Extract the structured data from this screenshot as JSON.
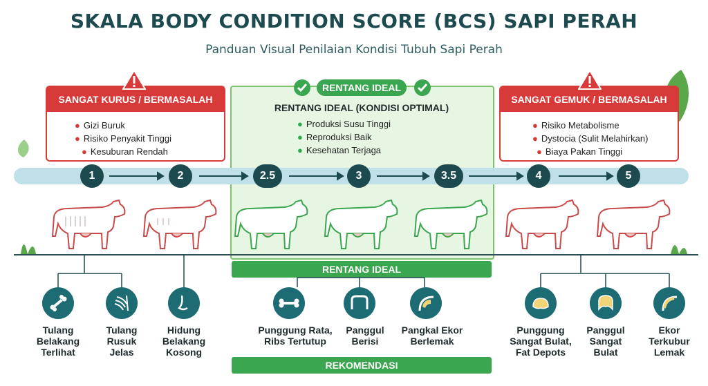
{
  "title": "SKALA BODY CONDITION SCORE (BCS) SAPI PERAH",
  "subtitle": "Panduan Visual Penilaian Kondisi Tubuh Sapi Perah",
  "colors": {
    "red": "#d83a3a",
    "green": "#3aa64f",
    "teal_dark": "#1d4a4f",
    "teal": "#1d6b73",
    "scale": "#bfe0e7"
  },
  "left_panel": {
    "header": "SANGAT KURUS / BERMASALAH",
    "items": [
      "Gizi Buruk",
      "Risiko Penyakit Tinggi",
      "Kesuburan Rendah"
    ]
  },
  "ideal_panel": {
    "badge": "RENTANG IDEAL",
    "heading": "RENTANG IDEAL (KONDISI OPTIMAL)",
    "items": [
      "Produksi Susu Tinggi",
      "Reproduksi Baik",
      "Kesehatan Terjaga"
    ]
  },
  "right_panel": {
    "header": "SANGAT GEMUK / BERMASALAH",
    "items": [
      "Risiko Metabolisme",
      "Dystocia (Sulit Melahirkan)",
      "Biaya Pakan Tinggi"
    ]
  },
  "scale": [
    "1",
    "2",
    "2.5",
    "3",
    "3.5",
    "4",
    "5"
  ],
  "ideal_bar": "RENTANG IDEAL",
  "recommend_bar": "REKOMENDASI",
  "indicators": [
    {
      "icon": "bone-icon",
      "label": "Tulang\nBelakang\nTerlihat"
    },
    {
      "icon": "ribs-icon",
      "label": "Tulang\nRusuk\nJelas"
    },
    {
      "icon": "nose-icon",
      "label": "Hidung\nBelakang\nKosong"
    },
    {
      "icon": "bone-icon",
      "label": "Punggung Rata,\nRibs Tertutup"
    },
    {
      "icon": "pelvis-icon",
      "label": "Panggul\nBerisi"
    },
    {
      "icon": "tailhead-icon",
      "label": "Pangkal Ekor\nBerlemak"
    },
    {
      "icon": "fat-depot-icon",
      "label": "Punggung\nSangat Bulat,\nFat Depots"
    },
    {
      "icon": "pelvis-round-icon",
      "label": "Panggul\nSangat\nBulat"
    },
    {
      "icon": "tail-fat-icon",
      "label": "Ekor\nTerkubur\nLemak"
    }
  ]
}
